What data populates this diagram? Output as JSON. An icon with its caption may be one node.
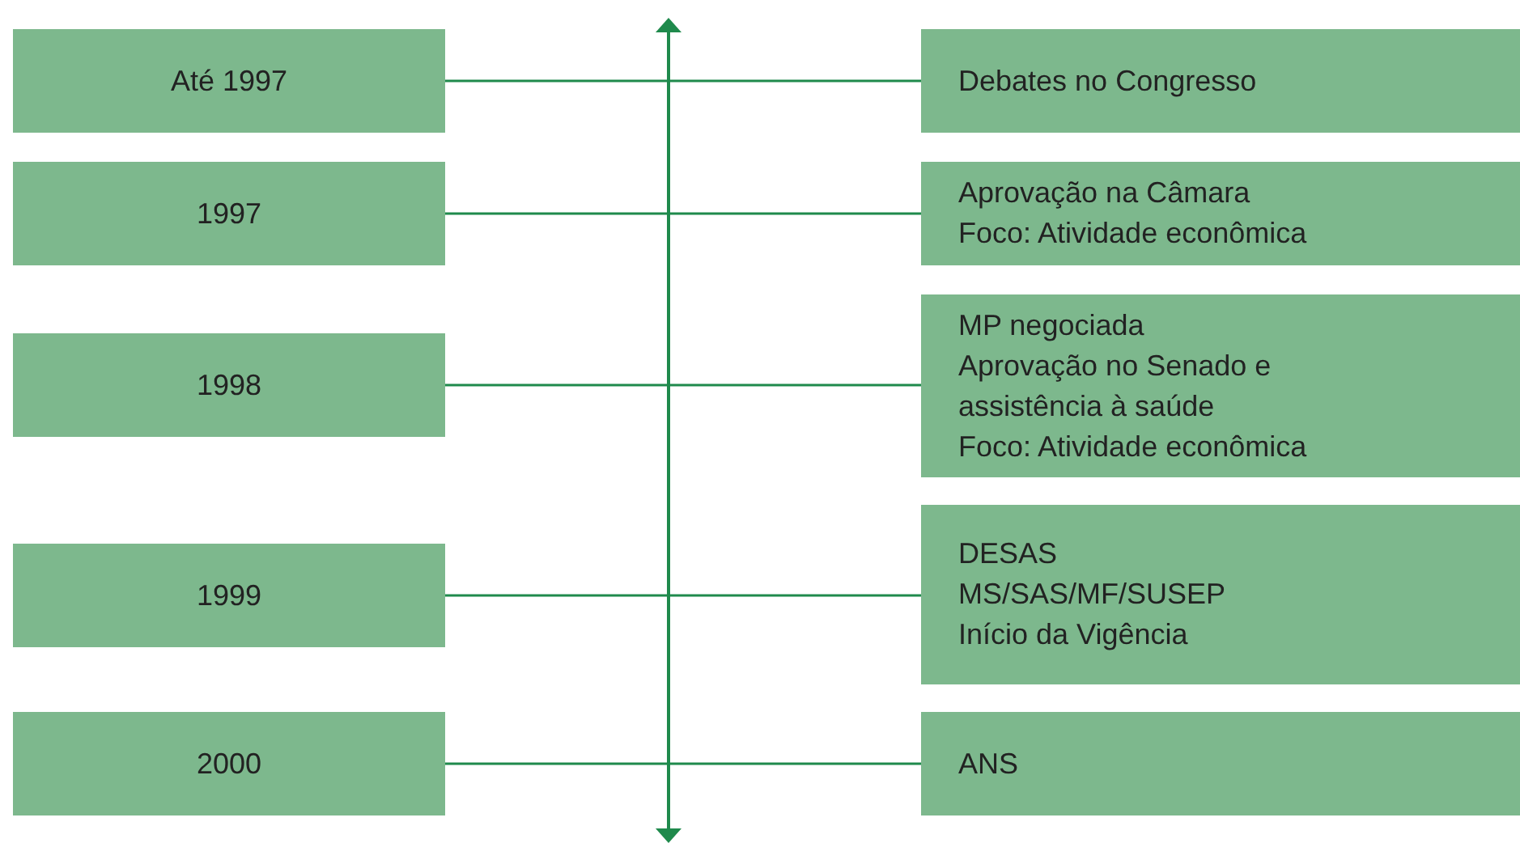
{
  "diagram": {
    "nodes": [
      {
        "text": [
          "Até 1997"
        ]
      },
      {
        "text": [
          "Debates no Congresso"
        ]
      },
      {
        "text": [
          "1997"
        ]
      },
      {
        "text": [
          "Aprovação na Câmara",
          "Foco: Atividade econômica"
        ]
      },
      {
        "text": [
          "1998"
        ]
      },
      {
        "text": [
          "MP negociada",
          "Aprovação no Senado e assistência à saúde",
          "Foco: Atividade econômica"
        ]
      },
      {
        "text": [
          "1999"
        ]
      },
      {
        "text": [
          "DESAS",
          "MS/SAS/MF/SUSEP",
          "Início da Vigência"
        ]
      },
      {
        "text": [
          "2000"
        ]
      },
      {
        "text": [
          "ANS"
        ]
      }
    ],
    "edges": [
      {
        "from": 0,
        "to": 1,
        "arrow": "none"
      },
      {
        "from": 2,
        "to": 3,
        "arrow": "none"
      },
      {
        "from": 4,
        "to": 5,
        "arrow": "none"
      },
      {
        "from": 6,
        "to": 7,
        "arrow": "none"
      },
      {
        "from": 8,
        "to": 9,
        "arrow": "none"
      }
    ]
  }
}
